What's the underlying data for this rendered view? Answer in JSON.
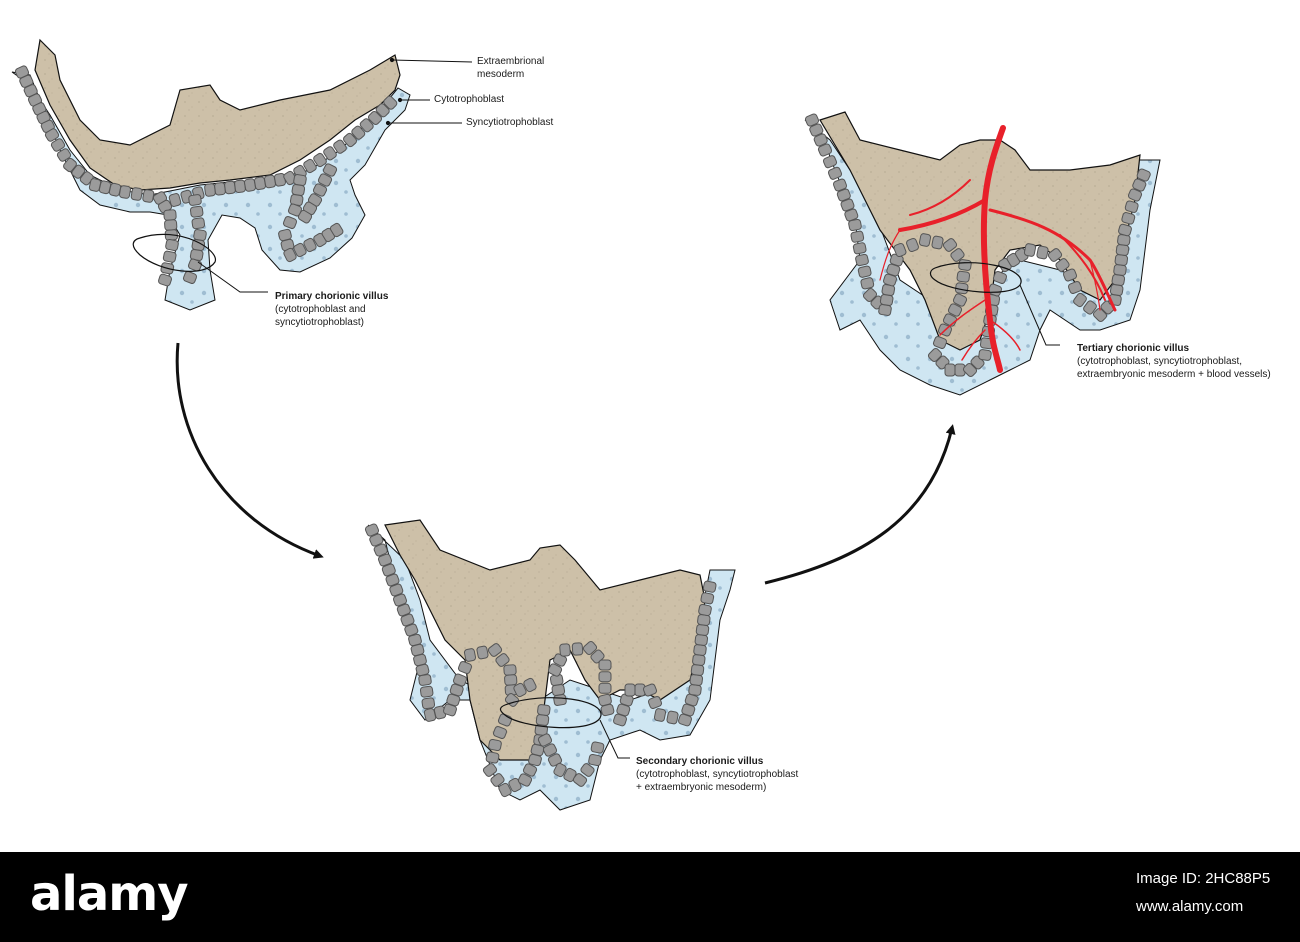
{
  "labels": {
    "extraembrional": [
      "Extraembrional",
      "mesoderm"
    ],
    "cytotrophoblast": "Cytotrophoblast",
    "syncytiotrophoblast": "Syncytiotrophoblast",
    "primary": {
      "title": "Primary chorionic villus",
      "lines": [
        "(cytotrophoblast and",
        "syncytiotrophoblast)"
      ]
    },
    "secondary": {
      "title": "Secondary chorionic villus",
      "lines": [
        "(cytotrophoblast, syncytiotrophoblast",
        "+ extraembryonic mesoderm)"
      ]
    },
    "tertiary": {
      "title": "Tertiary chorionic villus",
      "lines": [
        "(cytotrophoblast, syncytiotrophoblast,",
        "extraembryonic mesoderm + blood vessels)"
      ]
    }
  },
  "footer": {
    "logo": "alamy",
    "image_id": "Image ID: 2HC88P5",
    "site": "www.alamy.com"
  },
  "colors": {
    "mesoderm": "#cdc0a8",
    "syncytio": "#cfe6f2",
    "syncytio_dot": "#9fbdd2",
    "cell_fill": "#9b9b9b",
    "cell_stroke": "#555555",
    "vessel": "#e8202a",
    "arrow": "#111111"
  }
}
